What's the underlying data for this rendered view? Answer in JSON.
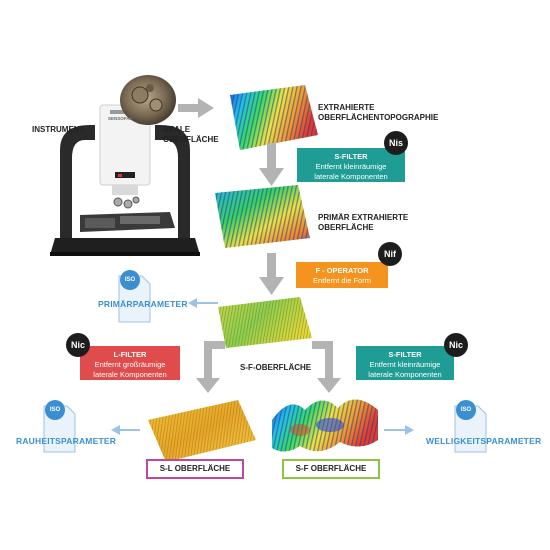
{
  "instrument": {
    "brand": "SENSOFAR"
  },
  "labels": {
    "instrument": "INSTRUMENT",
    "reale_line1": "REALE",
    "reale_line2": "OBERFLÄCHE",
    "extrahierte_line1": "EXTRAHIERTE",
    "extrahierte_line2": "OBERFLÄCHENTOPOGRAPHIE",
    "primaer_line1": "PRIMÄR EXTRAHIERTE",
    "primaer_line2": "OBERFLÄCHE",
    "sf_surface": "S-F-OBERFLÄCHE"
  },
  "filters": {
    "s_filter_1": {
      "title": "S-FILTER",
      "line1": "Entfernt kleinräumige",
      "line2": "laterale Komponenten",
      "badge": "Nis",
      "color": "#1f9c94"
    },
    "f_operator": {
      "title": "F - OPERATOR",
      "line1": "Entfernt die Form",
      "badge": "Nif",
      "color": "#f4931e"
    },
    "l_filter": {
      "title": "L-FILTER",
      "line1": "Entfernt großräumige",
      "line2": "laterale Komponenten",
      "badge": "Nic",
      "color": "#e04b4b"
    },
    "s_filter_2": {
      "title": "S-FILTER",
      "line1": "Entfernt kleinräumige",
      "line2": "laterale Komponenten",
      "badge": "Nic",
      "color": "#1f9c94"
    }
  },
  "parameters": {
    "iso": "ISO",
    "primaer": "PRIMÄRPARAMETER",
    "rauheit": "RAUHEITSPARAMETER",
    "welligkeit": "WELLIGKEITSPARAMETER",
    "color": "#3b8fd1"
  },
  "surfaces": {
    "sl": {
      "label": "S-L OBERFLÄCHE",
      "border": "#c0479a"
    },
    "sf": {
      "label": "S-F OBERFLÄCHE",
      "border": "#8cc63f"
    }
  }
}
